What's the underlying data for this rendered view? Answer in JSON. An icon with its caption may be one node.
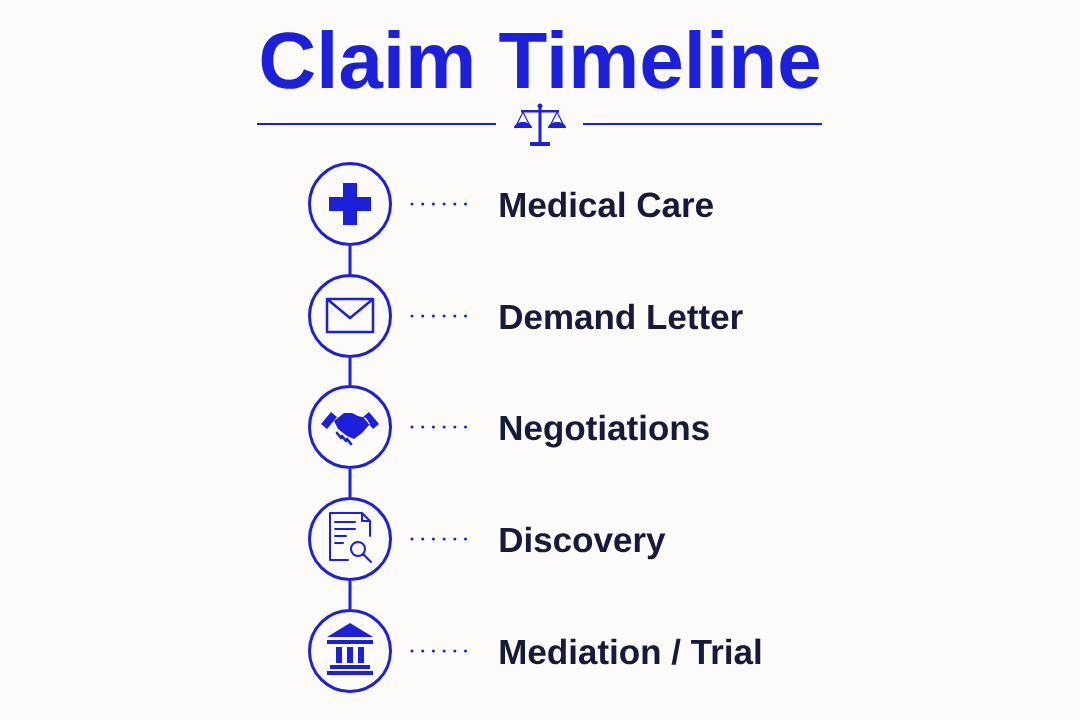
{
  "diagram": {
    "title": "Claim Timeline",
    "nodes": [
      {
        "text": [],
        "shape": "circle"
      },
      {
        "text": [
          "Medical Care"
        ]
      },
      {
        "text": [],
        "shape": "circle"
      },
      {
        "text": [
          "Demand Letter"
        ]
      },
      {
        "text": [],
        "shape": "circle"
      },
      {
        "text": [
          "Negotiations"
        ]
      },
      {
        "text": [],
        "shape": "circle"
      },
      {
        "text": [
          "Discovery"
        ]
      },
      {
        "text": [],
        "shape": "circle"
      },
      {
        "text": [
          "Mediation / Trial"
        ]
      }
    ],
    "edges": [
      {
        "from": 0,
        "to": 1,
        "arrow": "none",
        "style": "dashed"
      },
      {
        "from": 0,
        "to": 2,
        "arrow": "none"
      },
      {
        "from": 2,
        "to": 3,
        "arrow": "none",
        "style": "dashed"
      },
      {
        "from": 2,
        "to": 4,
        "arrow": "none"
      },
      {
        "from": 4,
        "to": 5,
        "arrow": "none",
        "style": "dashed"
      },
      {
        "from": 4,
        "to": 6,
        "arrow": "none"
      },
      {
        "from": 6,
        "to": 7,
        "arrow": "none",
        "style": "dashed"
      },
      {
        "from": 6,
        "to": 8,
        "arrow": "none"
      },
      {
        "from": 8,
        "to": 9,
        "arrow": "none",
        "style": "dashed"
      }
    ]
  }
}
